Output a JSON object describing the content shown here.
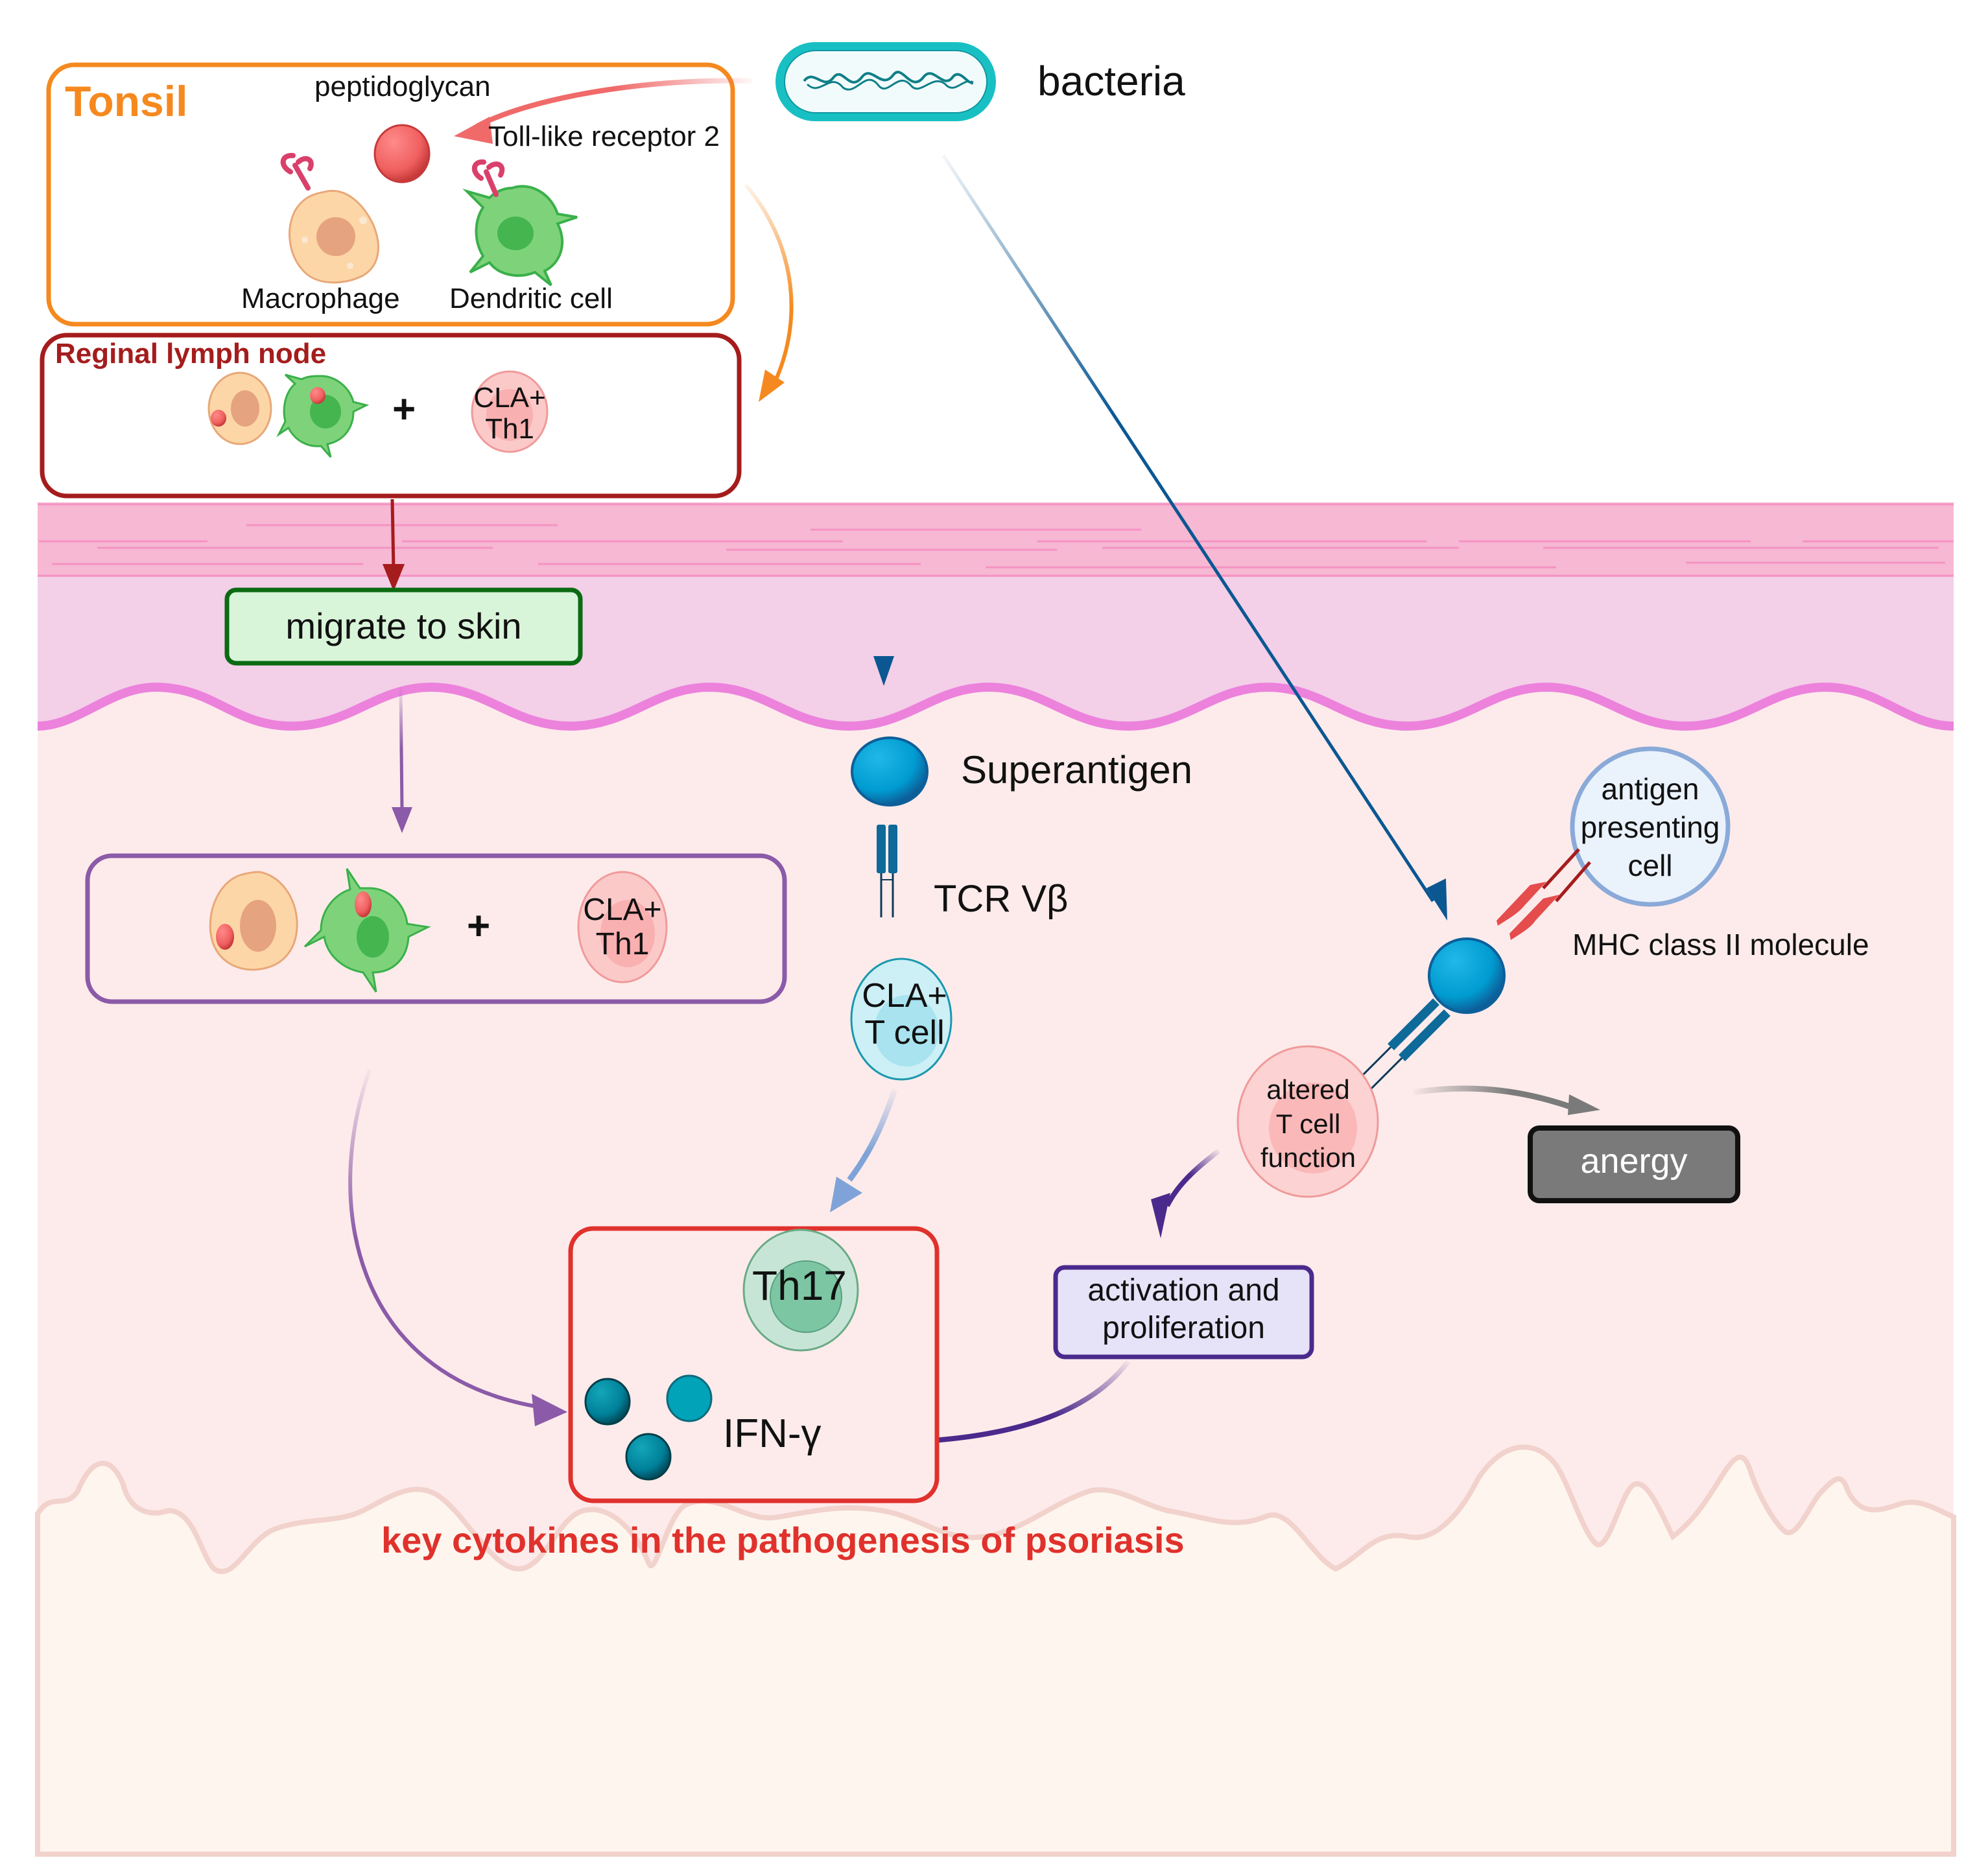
{
  "bacteria": {
    "label": "bacteria"
  },
  "tonsil": {
    "title": "Tonsil",
    "peptidoglycan_label": "peptidoglycan",
    "tlr2_label": "Toll-like receptor 2",
    "macrophage_label": "Macrophage",
    "dendritic_label": "Dendritic cell"
  },
  "lymph_node": {
    "title": "Reginal lymph node",
    "plus": "+",
    "th1_line1": "CLA+",
    "th1_line2": "Th1"
  },
  "migrate": {
    "label": "migrate to skin"
  },
  "skin_group": {
    "plus": "+",
    "th1_line1": "CLA+",
    "th1_line2": "Th1"
  },
  "superantigen": {
    "label": "Superantigen"
  },
  "tcr": {
    "label": "TCR Vβ"
  },
  "cla_tcell": {
    "line1": "CLA+",
    "line2": "T cell"
  },
  "apc": {
    "line1": "antigen",
    "line2": "presenting",
    "line3": "cell"
  },
  "mhc": {
    "label": "MHC class II molecule"
  },
  "altered": {
    "line1": "altered",
    "line2": "T cell",
    "line3": "function"
  },
  "anergy": {
    "label": "anergy"
  },
  "activation": {
    "line1": "activation and",
    "line2": "proliferation"
  },
  "cytokines": {
    "th17_label": "Th17",
    "ifn_label": "IFN-γ"
  },
  "caption": "key cytokines in the pathogenesis of psoriasis",
  "colors": {
    "tonsil_border": "#f5891f",
    "lymph_border": "#a51c1c",
    "migrate_border": "#0b6b12",
    "migrate_fill": "#d9f5d9",
    "skin_group_border": "#8b5aa8",
    "cytokine_border": "#e0312c",
    "caption": "#e0312c",
    "activation_border": "#4a2a8c",
    "activation_fill": "#e6e2f8",
    "anergy_fill": "#7a7a7a",
    "bacteria_teal": "#18c0c4",
    "epidermis_top": "#f6b8d3",
    "dermis": "#f3cfe8",
    "tissue": "#fdebeb",
    "subcutis": "#fef6ee"
  }
}
